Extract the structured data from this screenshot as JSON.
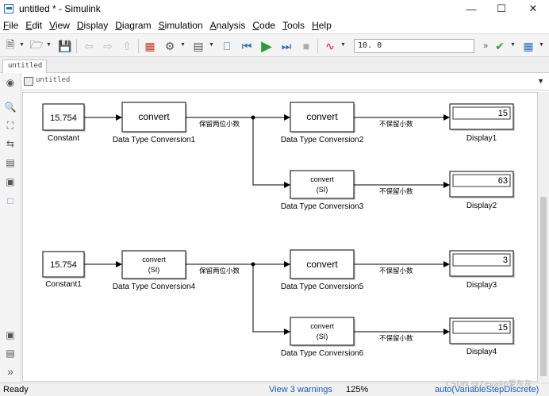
{
  "window": {
    "title": "untitled * - Simulink"
  },
  "menu": [
    "File",
    "Edit",
    "View",
    "Display",
    "Diagram",
    "Simulation",
    "Analysis",
    "Code",
    "Tools",
    "Help"
  ],
  "toolbar": {
    "stop_time": "10. 0"
  },
  "tabs": [
    "untitled"
  ],
  "address": {
    "path": "untitled"
  },
  "diagram": {
    "blocks": {
      "constant": {
        "value": "15.754",
        "name": "Constant"
      },
      "constant1": {
        "value": "15.754",
        "name": "Constant1"
      },
      "dtc1": {
        "label": "convert",
        "name": "Data Type Conversion1"
      },
      "dtc2": {
        "label": "convert",
        "name": "Data Type Conversion2"
      },
      "dtc3": {
        "label": "convert",
        "sublabel": "(SI)",
        "name": "Data Type Conversion3"
      },
      "dtc4": {
        "label": "convert",
        "sublabel": "(SI)",
        "name": "Data Type Conversion4"
      },
      "dtc5": {
        "label": "convert",
        "name": "Data Type Conversion5"
      },
      "dtc6": {
        "label": "convert",
        "sublabel": "(SI)",
        "name": "Data Type Conversion6"
      },
      "display1": {
        "value": "15",
        "name": "Display1"
      },
      "display2": {
        "value": "63",
        "name": "Display2"
      },
      "display3": {
        "value": "3",
        "name": "Display3"
      },
      "display4": {
        "value": "15",
        "name": "Display4"
      }
    },
    "signals": {
      "keep_two_decimals_1": "保留两位小数",
      "keep_two_decimals_2": "保留两位小数",
      "no_decimals_1": "不保留小数",
      "no_decimals_2": "不保留小数",
      "no_decimals_3": "不保留小数",
      "no_decimals_4": "不保留小数"
    }
  },
  "status": {
    "state": "Ready",
    "warnings": "View 3 warnings",
    "zoom": "125%",
    "solver": "auto(VariableStepDiscrete)"
  },
  "watermark": "CSDN @Zevalin爱灰灰",
  "colors": {
    "run_green": "#2e9e3a",
    "link_blue": "#1a5fb4"
  }
}
